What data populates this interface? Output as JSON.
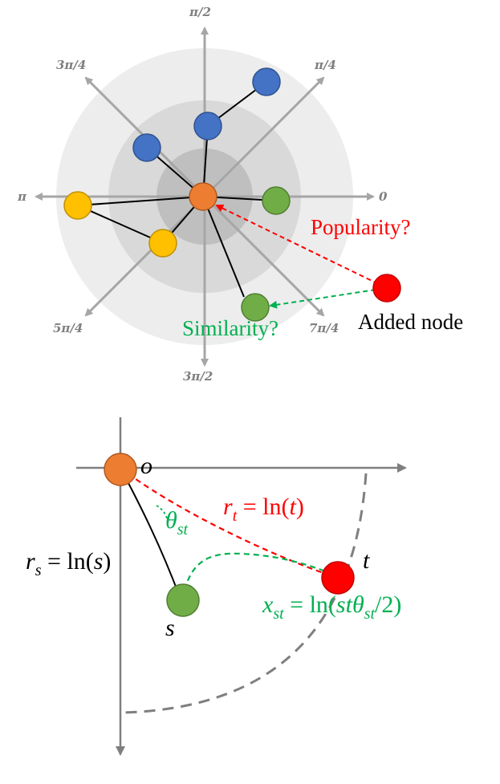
{
  "top": {
    "angles": {
      "a0": "0",
      "a1": "π/4",
      "a2": "π/2",
      "a3": "3π/4",
      "a4": "π",
      "a5": "5π/4",
      "a6": "3π/2",
      "a7": "7π/4"
    },
    "popularity": "Popularity?",
    "similarity": "Similarity?",
    "added_node": "Added node"
  },
  "bottom": {
    "o": "o",
    "t": "t",
    "s": "s",
    "rt": {
      "r": "r",
      "sub": "t",
      "rest": " = ln(",
      "arg": "t",
      "close": ")"
    },
    "rs": {
      "r": "r",
      "sub": "s",
      "rest": " = ln(",
      "arg": "s",
      "close": ")"
    },
    "theta": {
      "sym": "θ",
      "sub": "st"
    },
    "xst": {
      "x": "x",
      "sub": "st",
      "eq": " = ln(",
      "s": "st",
      "th": "θ",
      "thsub": "st",
      "tail": "/2)"
    }
  },
  "colors": {
    "orange": "#ed7d31",
    "blue": "#4472c4",
    "yellow": "#ffc000",
    "green": "#70ad47",
    "red": "#ff0000",
    "gray_axis": "#a6a6a6",
    "label_red": "#ff0000",
    "label_green": "#00b050"
  }
}
